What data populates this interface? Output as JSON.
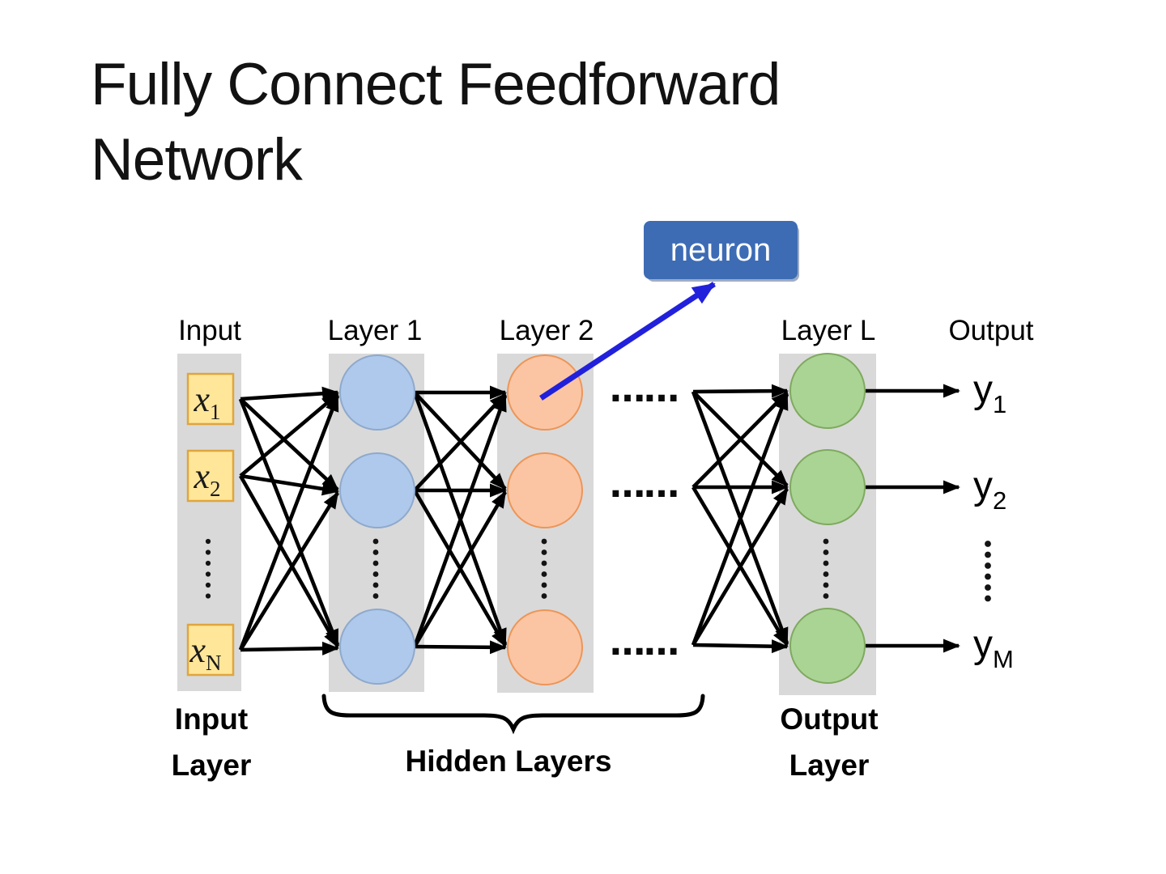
{
  "slide": {
    "title": "Fully Connect Feedforward Network"
  },
  "callout": {
    "label": "neuron"
  },
  "headers": {
    "input": "Input",
    "layer1": "Layer 1",
    "layer2": "Layer 2",
    "layerL": "Layer L",
    "output": "Output"
  },
  "input_nodes": [
    {
      "base": "x",
      "sub": "1"
    },
    {
      "base": "x",
      "sub": "2"
    },
    {
      "base": "x",
      "sub": "N"
    }
  ],
  "output_nodes": [
    {
      "base": "y",
      "sub": "1"
    },
    {
      "base": "y",
      "sub": "2"
    },
    {
      "base": "y",
      "sub": "M"
    }
  ],
  "ellipsis_rows": [
    "……",
    "……",
    "……"
  ],
  "footers": {
    "input_line1": "Input",
    "input_line2": "Layer",
    "hidden": "Hidden Layers",
    "output_line1": "Output",
    "output_line2": "Layer"
  },
  "colors": {
    "band_gray": "#d9d9d9",
    "input_box_fill": "#ffe699",
    "input_box_border": "#dfa53f",
    "hidden1_node_fill": "#aec9ec",
    "hidden1_node_border": "#8ea9cc",
    "hidden2_node_fill": "#fbc5a3",
    "hidden2_node_border": "#ed9558",
    "output_node_fill": "#a9d494",
    "output_node_border": "#7fa95f",
    "neuron_box_fill": "#3d6cb5",
    "neuron_arrow_blue": "#2121dc",
    "connection_black": "#000000"
  }
}
